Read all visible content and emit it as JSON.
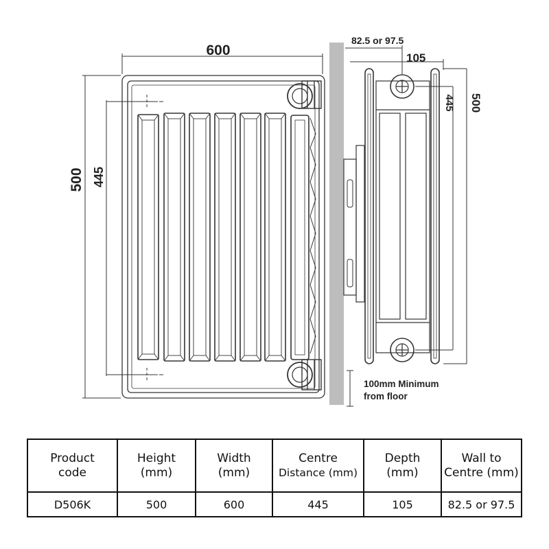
{
  "front_view": {
    "width_label": "600",
    "height_label": "500",
    "centre_label": "445"
  },
  "side_view": {
    "wall_to_centre_label": "82.5 or 97.5",
    "depth_label": "105",
    "centre_label": "445",
    "height_label": "500",
    "floor_note_line1": "100mm Minimum",
    "floor_note_line2": "from floor"
  },
  "spec_table": {
    "headers": [
      {
        "line1": "Product",
        "line2": "code"
      },
      {
        "line1": "Height",
        "line2": "(mm)"
      },
      {
        "line1": "Width",
        "line2": "(mm)"
      },
      {
        "line1": "Centre",
        "line2": "Distance (mm)"
      },
      {
        "line1": "Depth",
        "line2": "(mm)"
      },
      {
        "line1": "Wall to",
        "line2": "Centre (mm)"
      }
    ],
    "row": [
      "D506K",
      "500",
      "600",
      "445",
      "105",
      "82.5 or 97.5"
    ]
  }
}
